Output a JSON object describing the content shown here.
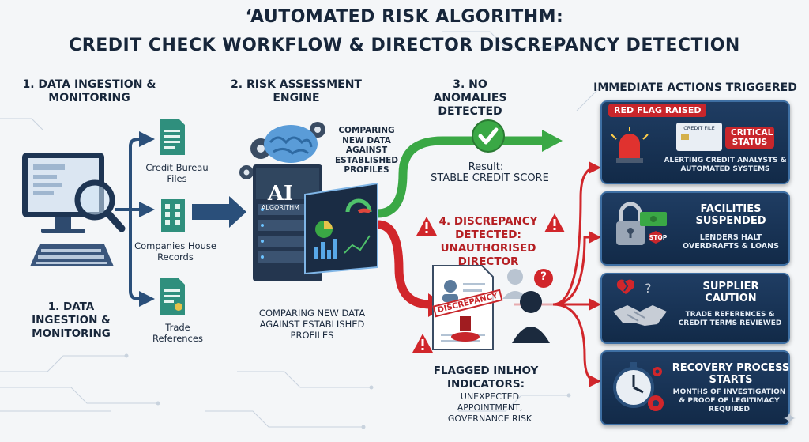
{
  "title": {
    "line1": "‘AUTOMATED RISK ALGORITHM:",
    "line2": "CREDIT CHECK WORKFLOW & DIRECTOR DISCREPANCY DETECTION"
  },
  "stage1": {
    "heading": "1. DATA INGESTION & MONITORING",
    "caption": "1. DATA INGESTION & MONITORING",
    "sources": [
      {
        "label": "Credit Bureau Files",
        "icon": "document-icon"
      },
      {
        "label": "Companies House Records",
        "icon": "building-icon"
      },
      {
        "label": "Trade References",
        "icon": "certificate-icon"
      }
    ]
  },
  "stage2": {
    "heading": "2. RISK ASSESSMENT ENGINE",
    "side_note": "COMPARING NEW DATA AGAINST ESTABLISHED PROFILES",
    "caption": "COMPARING NEW DATA AGAINST ESTABLISHED PROFILES",
    "server_label_big": "AI",
    "server_label_small": "ALGORITHM"
  },
  "stage3": {
    "heading": "3. NO ANOMALIES DETECTED",
    "result_label": "Result:",
    "result_value": "STABLE CREDIT SCORE"
  },
  "stage4": {
    "heading": "4. DISCREPANCY DETECTED: UNAUTHORISED DIRECTOR",
    "stamp": "DISCREPANCY",
    "flag_heading": "FLAGGED INLHOY INDICATORS:",
    "flag_body": "UNEXPECTED APPOINTMENT, GOVERNANCE RISK"
  },
  "actions": {
    "heading": "IMMEDIATE ACTIONS TRIGGERED",
    "red_flag_badge": "RED FLAG RAISED",
    "credit_file_label": "CREDIT FILE",
    "critical_badge": "CRITICAL STATUS",
    "panels": [
      {
        "title": "",
        "sub": "ALERTING CREDIT ANALYSTS & AUTOMATED SYSTEMS",
        "icon": "siren-icon"
      },
      {
        "title": "FACILITIES SUSPENDED",
        "sub": "LENDERS HALT OVERDRAFTS & LOANS",
        "icon": "padlock-icon",
        "stop": "STOP"
      },
      {
        "title": "SUPPLIER CAUTION",
        "sub": "TRADE REFERENCES & CREDIT TERMS REVIEWED",
        "icon": "handshake-icon"
      },
      {
        "title": "RECOVERY PROCESS STARTS",
        "sub": "MONTHS OF INVESTIGATION & PROOF OF LEGITIMACY REQUIRED",
        "icon": "stopwatch-icon"
      }
    ]
  },
  "colors": {
    "green": "#3aa845",
    "red": "#d1262b",
    "navy": "#1b2f4d",
    "panel": "#1f3d63",
    "blue_arrow": "#2a4f7a"
  }
}
